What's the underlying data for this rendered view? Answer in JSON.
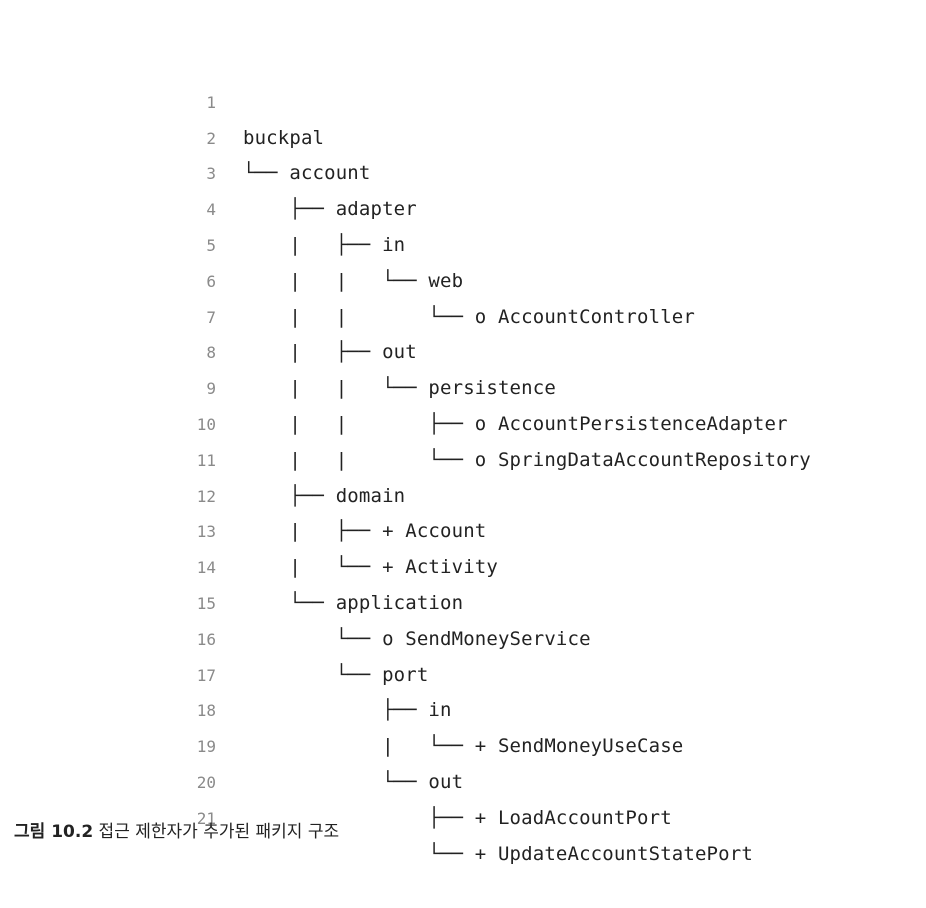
{
  "code": {
    "lines": [
      {
        "number": "1",
        "text": "buckpal"
      },
      {
        "number": "2",
        "text": "└── account"
      },
      {
        "number": "3",
        "text": "    ├── adapter"
      },
      {
        "number": "4",
        "text": "    |   ├── in"
      },
      {
        "number": "5",
        "text": "    |   |   └── web"
      },
      {
        "number": "6",
        "text": "    |   |       └── o AccountController"
      },
      {
        "number": "7",
        "text": "    |   ├── out"
      },
      {
        "number": "8",
        "text": "    |   |   └── persistence"
      },
      {
        "number": "9",
        "text": "    |   |       ├── o AccountPersistenceAdapter"
      },
      {
        "number": "10",
        "text": "    |   |       └── o SpringDataAccountRepository"
      },
      {
        "number": "11",
        "text": "    ├── domain"
      },
      {
        "number": "12",
        "text": "    |   ├── + Account"
      },
      {
        "number": "13",
        "text": "    |   └── + Activity"
      },
      {
        "number": "14",
        "text": "    └── application"
      },
      {
        "number": "15",
        "text": "        └── o SendMoneyService"
      },
      {
        "number": "16",
        "text": "        └── port"
      },
      {
        "number": "17",
        "text": "            ├── in"
      },
      {
        "number": "18",
        "text": "            |   └── + SendMoneyUseCase"
      },
      {
        "number": "19",
        "text": "            └── out"
      },
      {
        "number": "20",
        "text": "                ├── + LoadAccountPort"
      },
      {
        "number": "21",
        "text": "                └── + UpdateAccountStatePort"
      }
    ]
  },
  "caption": {
    "label": "그림 10.2",
    "text": " 접근 제한자가 추가된 패키지 구조"
  }
}
